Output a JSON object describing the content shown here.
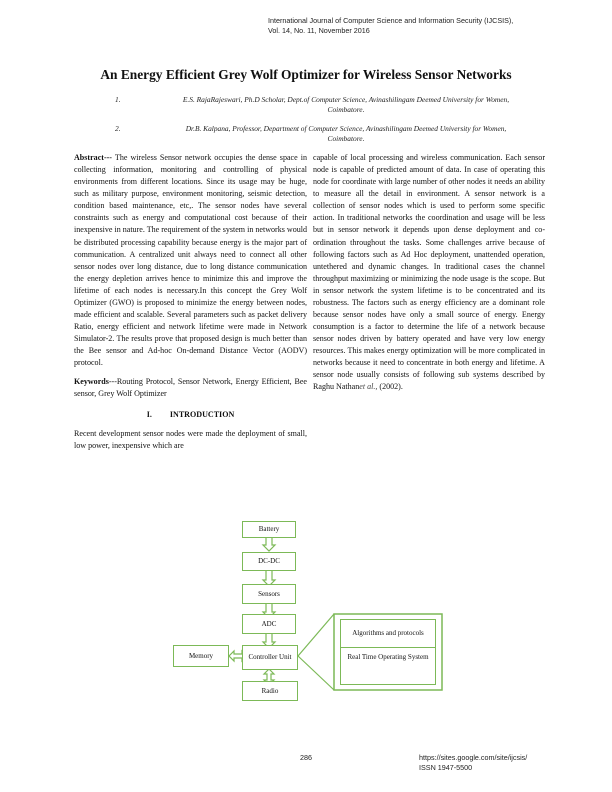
{
  "header": {
    "journal": "International Journal of Computer Science and Information Security (IJCSIS),",
    "volume": "Vol. 14, No. 11, November 2016"
  },
  "title": "An Energy Efficient Grey Wolf Optimizer for Wireless Sensor Networks",
  "authors": [
    {
      "num": "1.",
      "line1": "E.S. RajaRajeswari, Ph.D Scholar, Dept.of Computer Science, Avinashilingam Deemed University for Women,",
      "line2": "Coimbatore."
    },
    {
      "num": "2.",
      "line1": "Dr.B. Kalpana, Professor, Department of Computer Science, Avinashilingam Deemed University for Women,",
      "line2": "Coimbatore."
    }
  ],
  "abstract": {
    "label": "Abstract---",
    "text": " The wireless Sensor network occupies the dense space in collecting information, monitoring and controlling of physical environments from different locations. Since its usage may be huge, such as military purpose, environment monitoring, seismic detection, condition based maintenance, etc,. The sensor nodes have several constraints such as energy and computational cost because of their inexpensive in nature. The requirement of the system in networks would be distributed processing capability because energy is the major part of communication. A centralized unit always need to connect all other sensor nodes over long distance, due to long distance communication the energy depletion arrives hence to minimize this and improve the lifetime of each nodes is necessary.In this concept the Grey Wolf Optimizer (GWO) is proposed to minimize the energy between nodes, made efficient and scalable. Several parameters such as packet delivery Ratio, energy efficient and network lifetime were made in Network Simulator-2. The results prove that proposed design is much better than the Bee sensor and Ad-hoc On-demand Distance Vector (AODV) protocol."
  },
  "keywords": {
    "label": "Keywords",
    "text": "---Routing Protocol, Sensor Network, Energy Efficient, Bee sensor, Grey Wolf Optimizer"
  },
  "section1": {
    "roman": "I.",
    "heading": "INTRODUCTION",
    "para_left": "Recent development sensor nodes were made the deployment of small, low power, inexpensive which are",
    "para_right": "capable of local processing and wireless communication. Each sensor node is capable of predicted amount of data. In case of operating this node for coordinate with large number of other nodes it needs an ability to measure all the detail in environment. A sensor network is a collection of sensor nodes which is used to perform some specific action. In traditional networks the coordination and usage will be less but in sensor network it depends upon dense deployment and co- ordination throughout the tasks. Some challenges arrive because of following factors such as Ad Hoc deployment, unattended operation, untethered and dynamic changes. In traditional cases the channel throughput maximizing or minimizing the node usage is the scope. But in sensor network the system lifetime is to be concentrated and its robustness. The factors such as energy efficiency are a dominant role because sensor nodes have only a small source of energy. Energy consumption is a factor to determine the life of a network because sensor nodes driven by battery operated and have very low energy resources. This makes energy optimization will be more complicated in networks because it need to concentrate in both energy and lifetime. A sensor node usually consists of following sub systems described by Raghu Nathan",
    "etal": "et al.,",
    "year": "(2002)."
  },
  "diagram": {
    "accent": "#7cb957",
    "boxes": {
      "battery": "Battery",
      "dcdc": "DC-DC",
      "sensors": "Sensors",
      "adc": "ADC",
      "controller": "Controller Unit",
      "memory": "Memory",
      "radio": "Radio",
      "algorithms": "Algorithms and protocols",
      "rtos": "Real Time Operating System"
    }
  },
  "footer": {
    "page": "286",
    "url": "https://sites.google.com/site/ijcsis/",
    "issn": "ISSN 1947-5500"
  }
}
